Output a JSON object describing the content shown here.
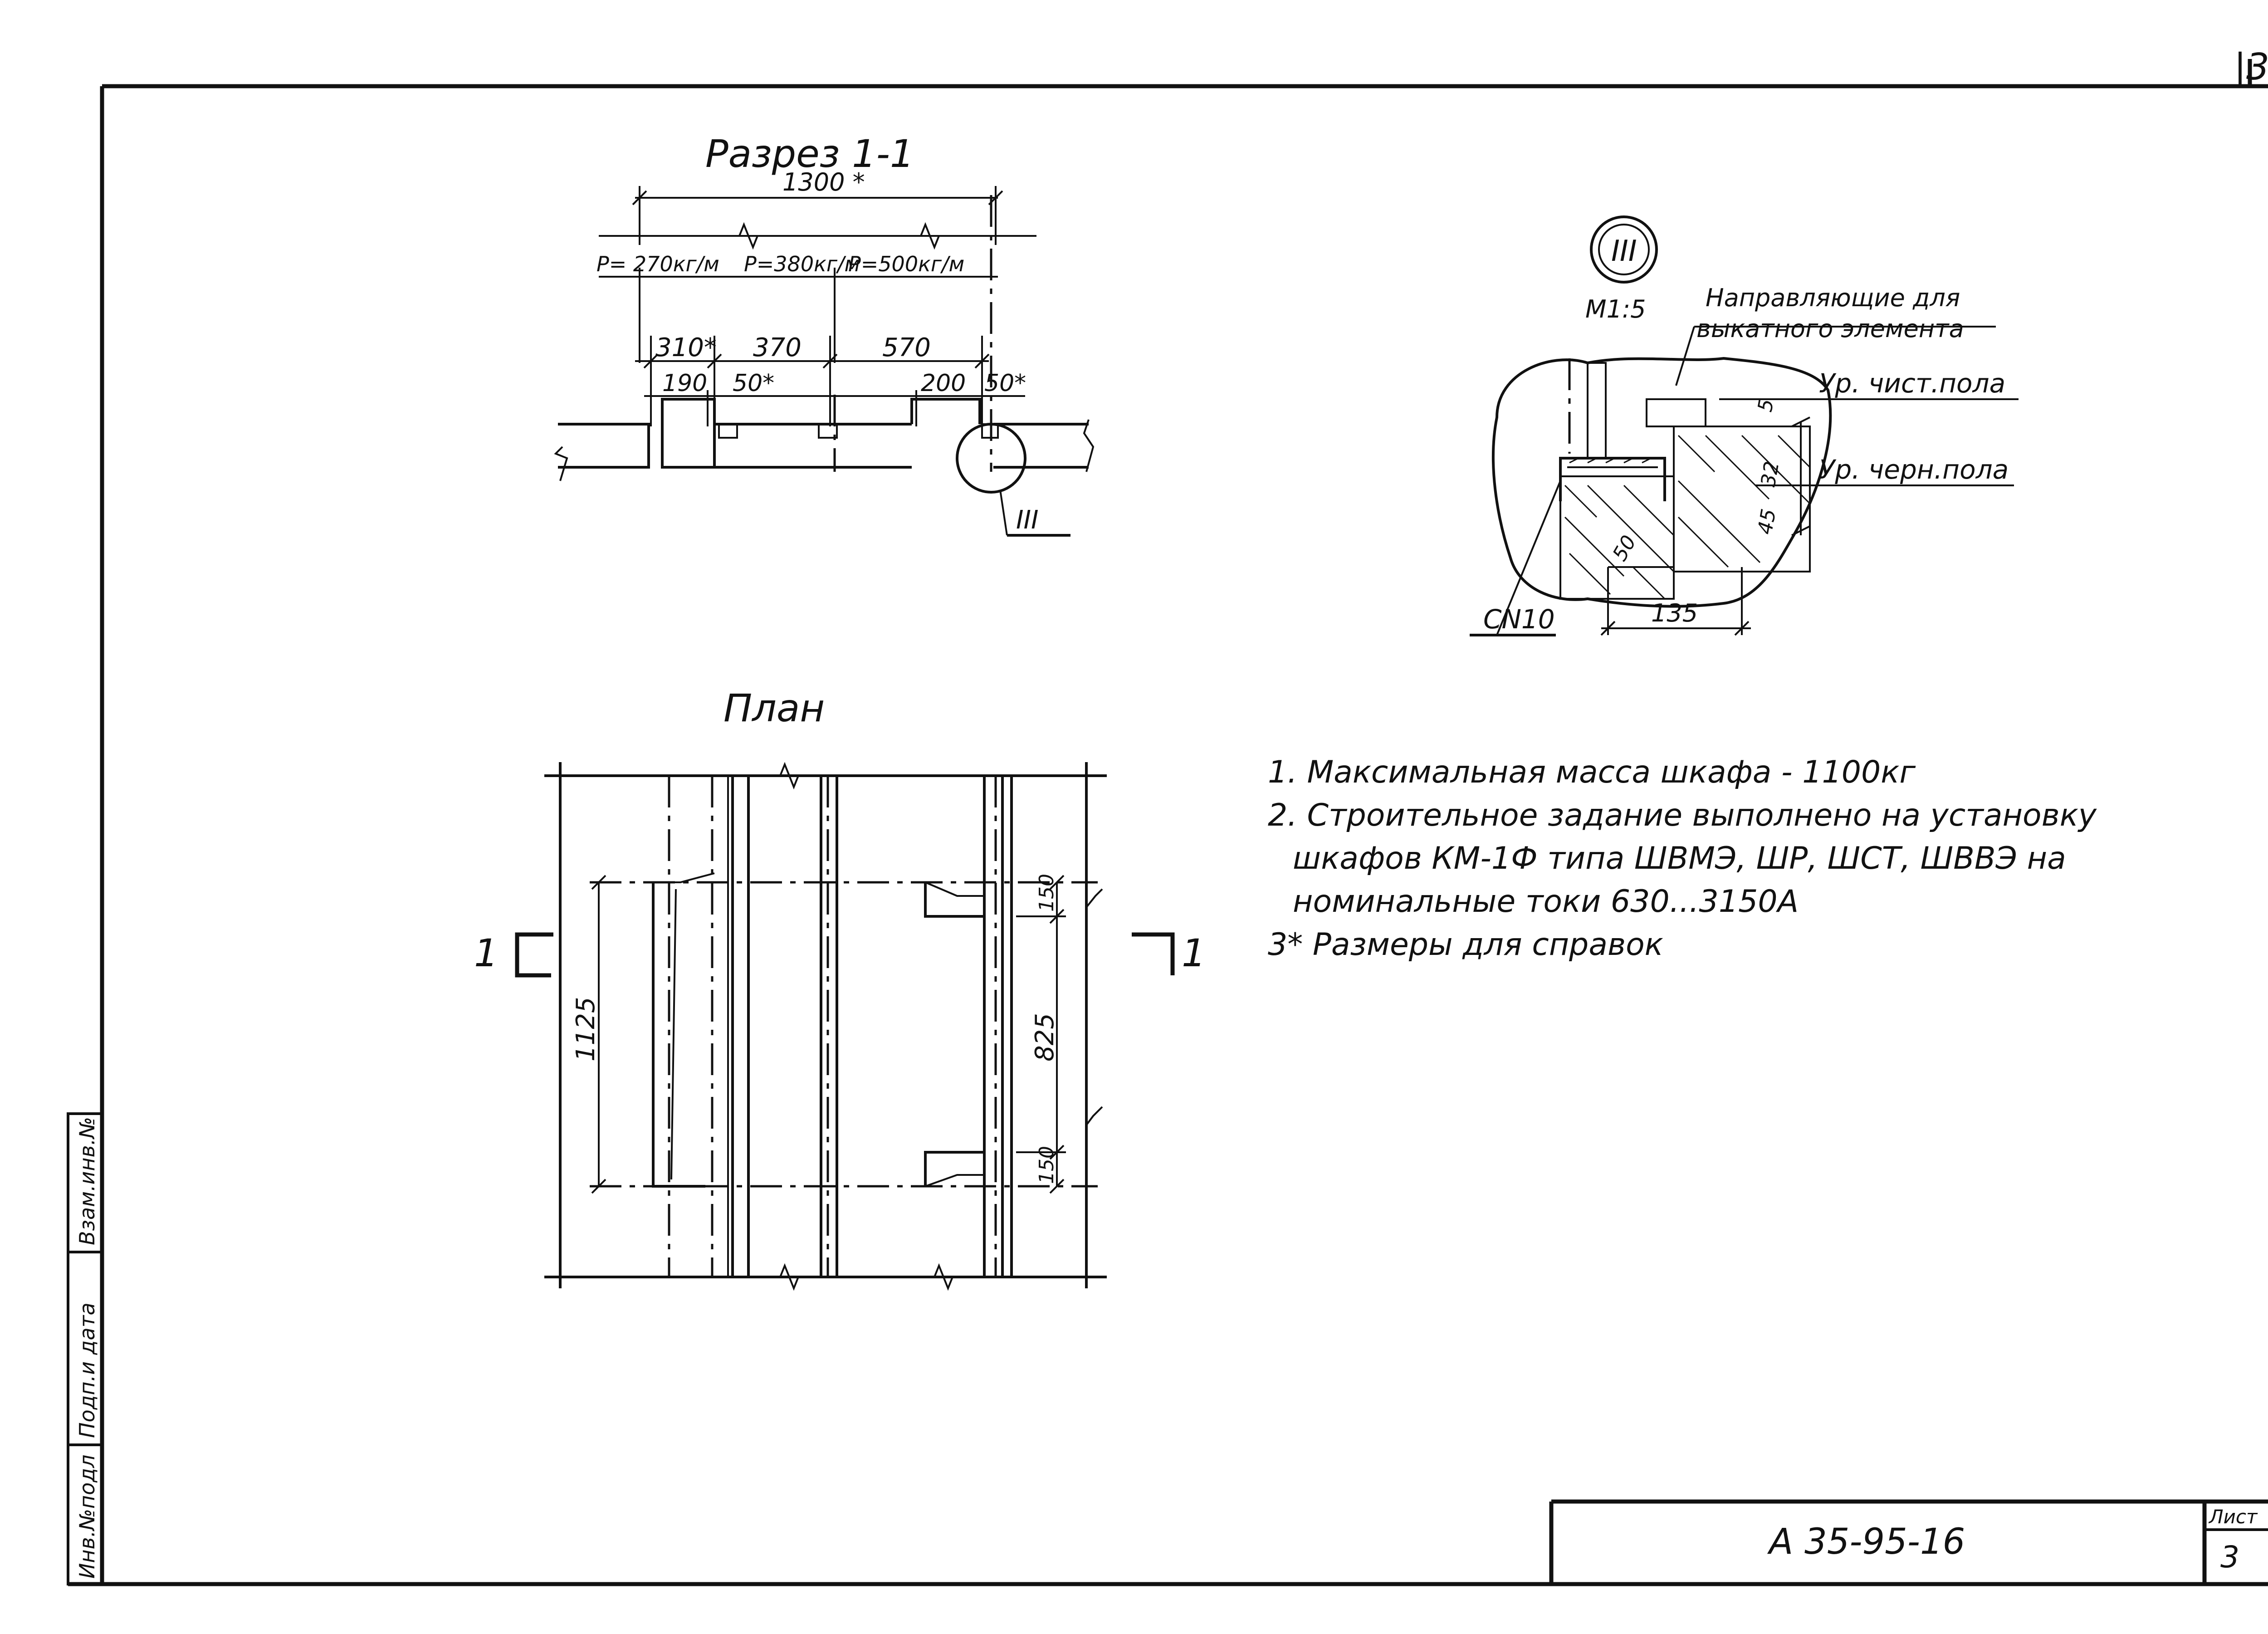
{
  "top_right_mark": "|3",
  "section": {
    "title": "Разрез 1-1",
    "overall_dim": "1300 *",
    "loads": [
      "P= 270кг/м",
      "P=380кг/м",
      "P=500кг/м"
    ],
    "dims_row1": [
      "310*",
      "370",
      "570"
    ],
    "dims_row2": [
      "190",
      "50*",
      "200",
      "50*"
    ],
    "callout": "III"
  },
  "detail": {
    "badge": "III",
    "scale": "M1:5",
    "guides_label_1": "Направляющие для",
    "guides_label_2": "выкатного элемента",
    "clean_floor": "Ур. чист.пола",
    "rough_floor": "Ур. черн.пола",
    "profile": "СN10",
    "dims": [
      "5",
      "32",
      "45",
      "50",
      "135"
    ]
  },
  "plan": {
    "title": "План",
    "cut_left": "1",
    "cut_right": "1",
    "dim_left": "1125",
    "dim_right": [
      "150",
      "825",
      "150"
    ]
  },
  "notes": [
    "1. Максимальная масса шкафа - 1100кг",
    "2. Строительное задание выполнено на установку",
    "шкафов КМ-1Ф типа ШВМЭ, ШР, ШСТ, ШВВЭ на",
    "номинальные  токи 630...3150А",
    "3* Размеры для справок"
  ],
  "stamp": {
    "side_labels": [
      "Инв.№подл",
      "Подп.и дата",
      "Взам.инв.№"
    ],
    "doc_code": "А 35-95-16",
    "sheet_label": "Лист",
    "sheet_number": "3"
  }
}
